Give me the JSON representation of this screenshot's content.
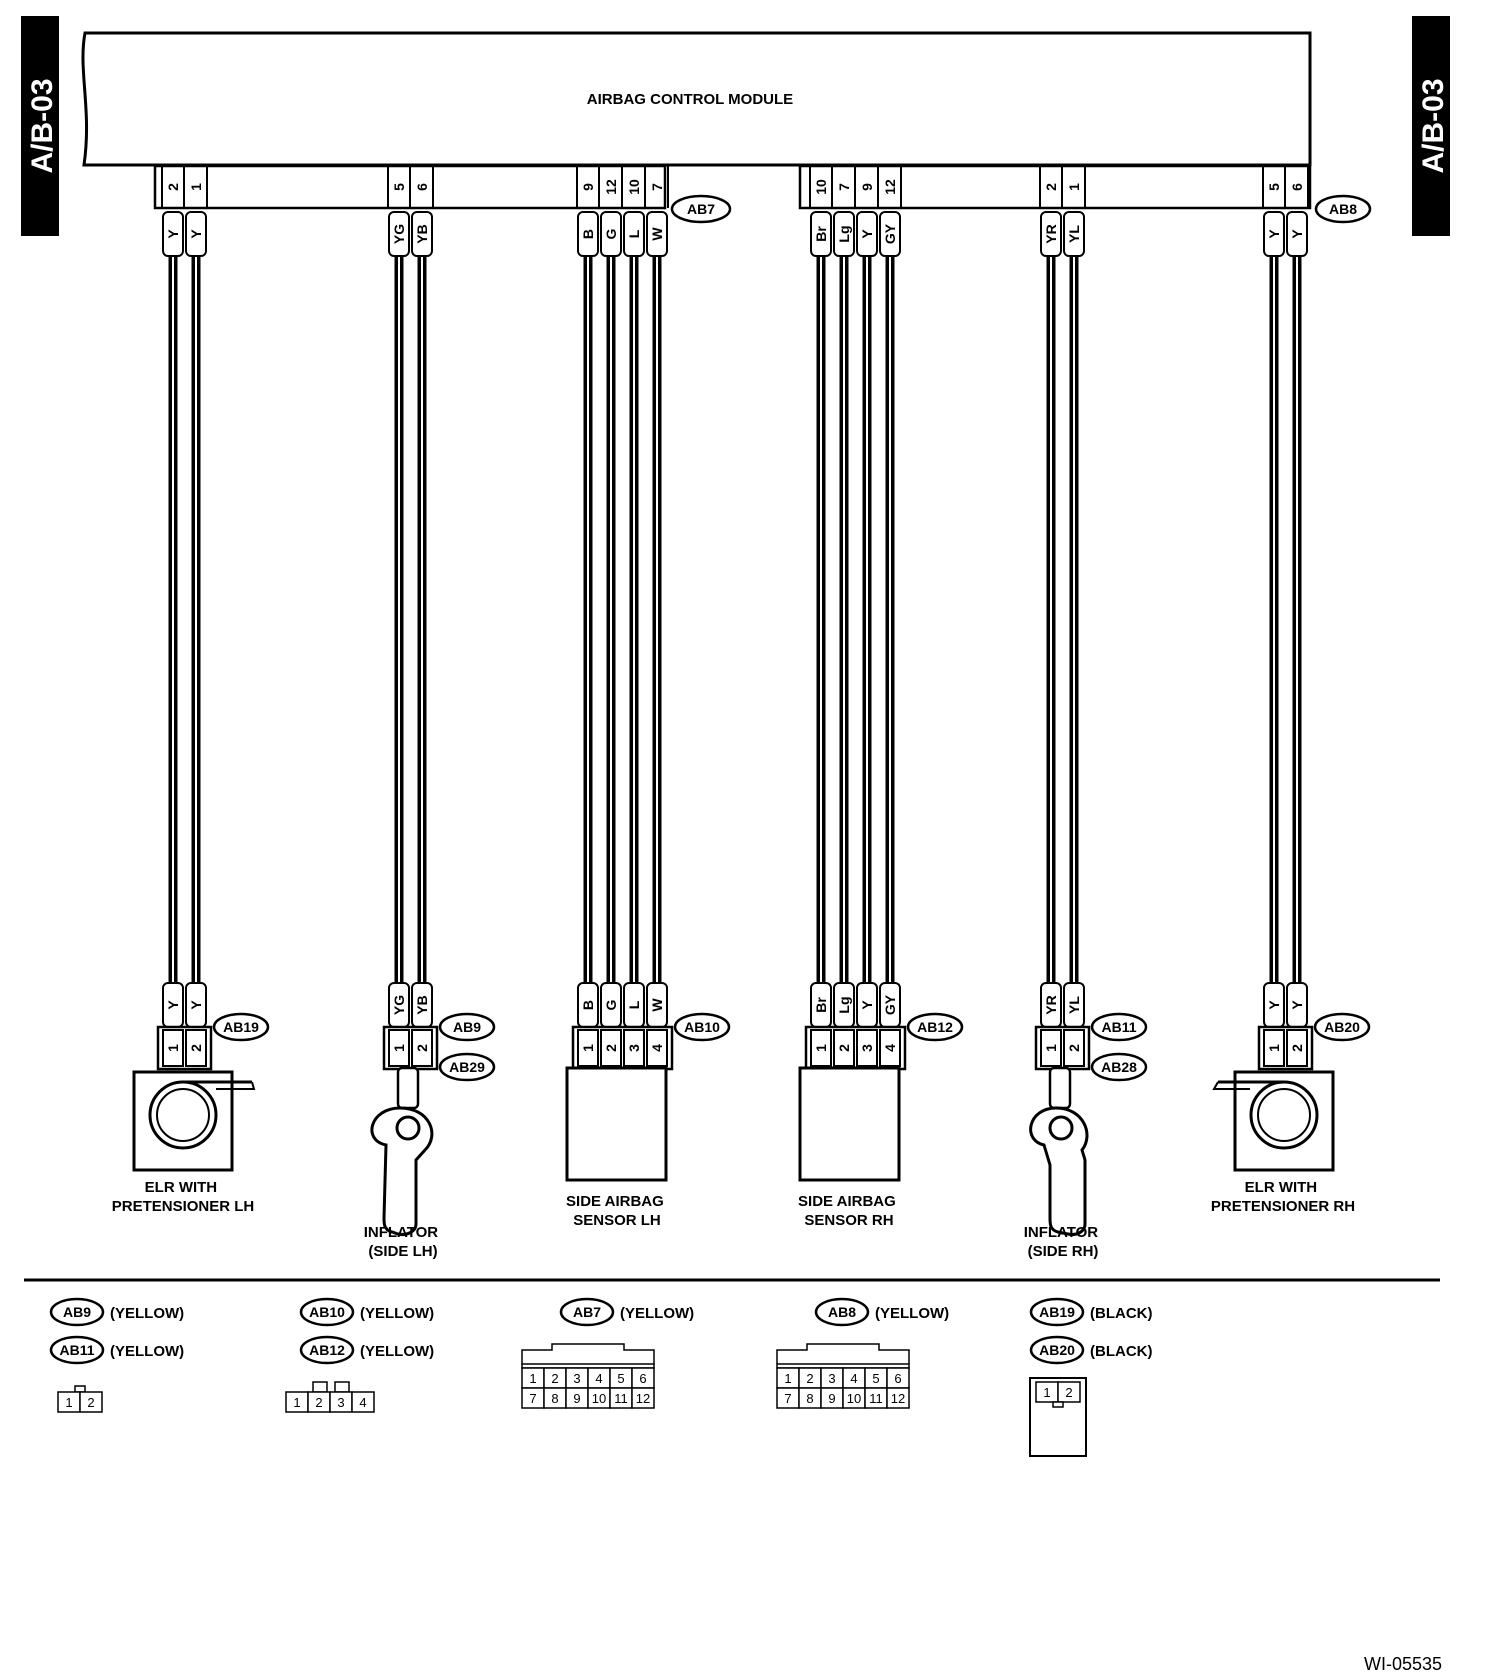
{
  "page_tag": "A/B-03",
  "module_title": "AIRBAG CONTROL MODULE",
  "figure_id": "WI-05535",
  "module_connectors": [
    {
      "id": "AB7",
      "pins": [
        "9",
        "12",
        "10",
        "7"
      ]
    },
    {
      "id": "AB8",
      "pins": [
        "5",
        "6"
      ]
    }
  ],
  "harnesses": [
    {
      "id": "elr-lh",
      "module_connector": "AB7",
      "module_pins": [
        "2",
        "1"
      ],
      "wire_colors": [
        "Y",
        "Y"
      ],
      "device_connectors": [
        "AB19"
      ],
      "device_pins": [
        "1",
        "2"
      ],
      "device": "ELR WITH PRETENSIONER LH",
      "device_label_lines": [
        "ELR WITH",
        "PRETENSIONER LH"
      ]
    },
    {
      "id": "inflator-lh",
      "module_connector": "AB7",
      "module_pins": [
        "5",
        "6"
      ],
      "wire_colors": [
        "YG",
        "YB"
      ],
      "device_connectors": [
        "AB9",
        "AB29"
      ],
      "device_pins": [
        "1",
        "2"
      ],
      "device": "INFLATOR (SIDE LH)",
      "device_label_lines": [
        "INFLATOR",
        "(SIDE LH)"
      ]
    },
    {
      "id": "sensor-lh",
      "module_connector": "AB7",
      "module_pins": [
        "9",
        "12",
        "10",
        "7"
      ],
      "wire_colors": [
        "B",
        "G",
        "L",
        "W"
      ],
      "device_connectors": [
        "AB10"
      ],
      "device_pins": [
        "1",
        "2",
        "3",
        "4"
      ],
      "device": "SIDE AIRBAG SENSOR LH",
      "device_label_lines": [
        "SIDE AIRBAG",
        "SENSOR LH"
      ]
    },
    {
      "id": "sensor-rh",
      "module_connector": "AB8",
      "module_pins": [
        "10",
        "7",
        "9",
        "12"
      ],
      "wire_colors": [
        "Br",
        "Lg",
        "Y",
        "GY"
      ],
      "device_connectors": [
        "AB12"
      ],
      "device_pins": [
        "1",
        "2",
        "3",
        "4"
      ],
      "device": "SIDE AIRBAG SENSOR RH",
      "device_label_lines": [
        "SIDE AIRBAG",
        "SENSOR RH"
      ]
    },
    {
      "id": "inflator-rh",
      "module_connector": "AB8",
      "module_pins": [
        "2",
        "1"
      ],
      "wire_colors": [
        "YR",
        "YL"
      ],
      "device_connectors": [
        "AB11",
        "AB28"
      ],
      "device_pins": [
        "1",
        "2"
      ],
      "device": "INFLATOR (SIDE RH)",
      "device_label_lines": [
        "INFLATOR",
        "(SIDE RH)"
      ]
    },
    {
      "id": "elr-rh",
      "module_connector": "AB8",
      "module_pins": [
        "5",
        "6"
      ],
      "wire_colors": [
        "Y",
        "Y"
      ],
      "device_connectors": [
        "AB20"
      ],
      "device_pins": [
        "1",
        "2"
      ],
      "device": "ELR WITH PRETENSIONER RH",
      "device_label_lines": [
        "ELR WITH",
        "PRETENSIONER RH"
      ]
    }
  ],
  "legend": {
    "groups": [
      {
        "entries": [
          {
            "id": "AB9",
            "color": "(YELLOW)"
          },
          {
            "id": "AB11",
            "color": "(YELLOW)"
          }
        ],
        "face": {
          "type": "2pin",
          "pins": [
            "1",
            "2"
          ]
        }
      },
      {
        "entries": [
          {
            "id": "AB10",
            "color": "(YELLOW)"
          },
          {
            "id": "AB12",
            "color": "(YELLOW)"
          }
        ],
        "face": {
          "type": "4pin",
          "pins": [
            "1",
            "2",
            "3",
            "4"
          ]
        }
      },
      {
        "entries": [
          {
            "id": "AB7",
            "color": "(YELLOW)"
          }
        ],
        "face": {
          "type": "12pin",
          "pins": [
            "1",
            "2",
            "3",
            "4",
            "5",
            "6",
            "7",
            "8",
            "9",
            "10",
            "11",
            "12"
          ]
        }
      },
      {
        "entries": [
          {
            "id": "AB8",
            "color": "(YELLOW)"
          }
        ],
        "face": {
          "type": "12pin",
          "pins": [
            "1",
            "2",
            "3",
            "4",
            "5",
            "6",
            "7",
            "8",
            "9",
            "10",
            "11",
            "12"
          ]
        }
      },
      {
        "entries": [
          {
            "id": "AB19",
            "color": "(BLACK)"
          },
          {
            "id": "AB20",
            "color": "(BLACK)"
          }
        ],
        "face": {
          "type": "2pin-box",
          "pins": [
            "1",
            "2"
          ]
        }
      }
    ]
  }
}
